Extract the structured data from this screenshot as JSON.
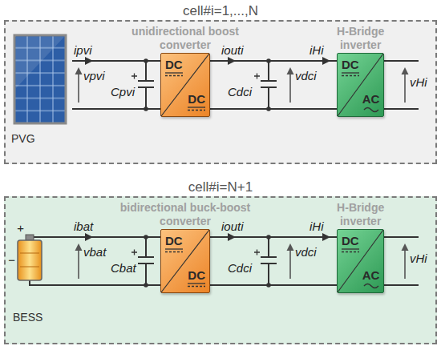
{
  "diagram": {
    "nodes": [
      {
        "text": [
          "cell#i=1,...,N"
        ]
      },
      {
        "text": [
          "PVG"
        ],
        "in": 0
      },
      {
        "text": [
          "unidirectional boost converter",
          "DC",
          "DC"
        ],
        "in": 0
      },
      {
        "text": [
          "H-Bridge inverter",
          "DC",
          "AC"
        ],
        "in": 0
      },
      {
        "text": [
          "cell#i=N+1"
        ]
      },
      {
        "text": [
          "BESS"
        ],
        "in": 4
      },
      {
        "text": [
          "bidirectional buck-boost converter",
          "DC",
          "DC"
        ],
        "in": 4
      },
      {
        "text": [
          "H-Bridge inverter",
          "DC",
          "AC"
        ],
        "in": 4
      }
    ],
    "edges": [
      {
        "from": 1,
        "to": 2,
        "arrow": "none"
      },
      {
        "from": 2,
        "to": 3,
        "arrow": "none"
      },
      {
        "from": 5,
        "to": 6,
        "arrow": "none"
      },
      {
        "from": 6,
        "to": 7,
        "arrow": "none"
      }
    ],
    "labels": [
      "ipvi",
      "vpvi",
      "Cpvi",
      "iouti",
      "iHi",
      "Cdci",
      "vdci",
      "vHi",
      "ibat",
      "vbat",
      "Cbat",
      "iouti",
      "iHi",
      "Cdci",
      "vdci",
      "vHi",
      "+",
      "−"
    ]
  }
}
